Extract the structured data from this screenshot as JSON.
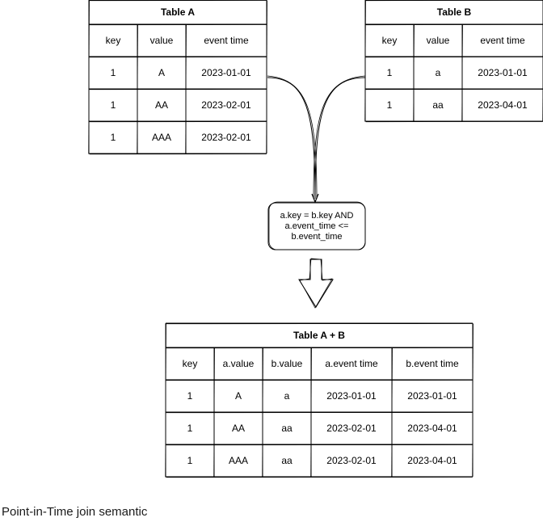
{
  "tables": {
    "a": {
      "title": "Table A",
      "columns": [
        "key",
        "value",
        "event time"
      ],
      "rows": [
        [
          "1",
          "A",
          "2023-01-01"
        ],
        [
          "1",
          "AA",
          "2023-02-01"
        ],
        [
          "1",
          "AAA",
          "2023-02-01"
        ]
      ]
    },
    "b": {
      "title": "Table B",
      "columns": [
        "key",
        "value",
        "event time"
      ],
      "rows": [
        [
          "1",
          "a",
          "2023-01-01"
        ],
        [
          "1",
          "aa",
          "2023-04-01"
        ]
      ]
    },
    "ab": {
      "title": "Table A + B",
      "columns": [
        "key",
        "a.value",
        "b.value",
        "a.event time",
        "b.event time"
      ],
      "rows": [
        [
          "1",
          "A",
          "a",
          "2023-01-01",
          "2023-01-01"
        ],
        [
          "1",
          "AA",
          "aa",
          "2023-02-01",
          "2023-04-01"
        ],
        [
          "1",
          "AAA",
          "aa",
          "2023-02-01",
          "2023-04-01"
        ]
      ]
    }
  },
  "condition": {
    "line1": "a.key = b.key AND",
    "line2": "a.event_time <=",
    "line3": "b.event_time"
  },
  "caption": "Point-in-Time join semantic"
}
